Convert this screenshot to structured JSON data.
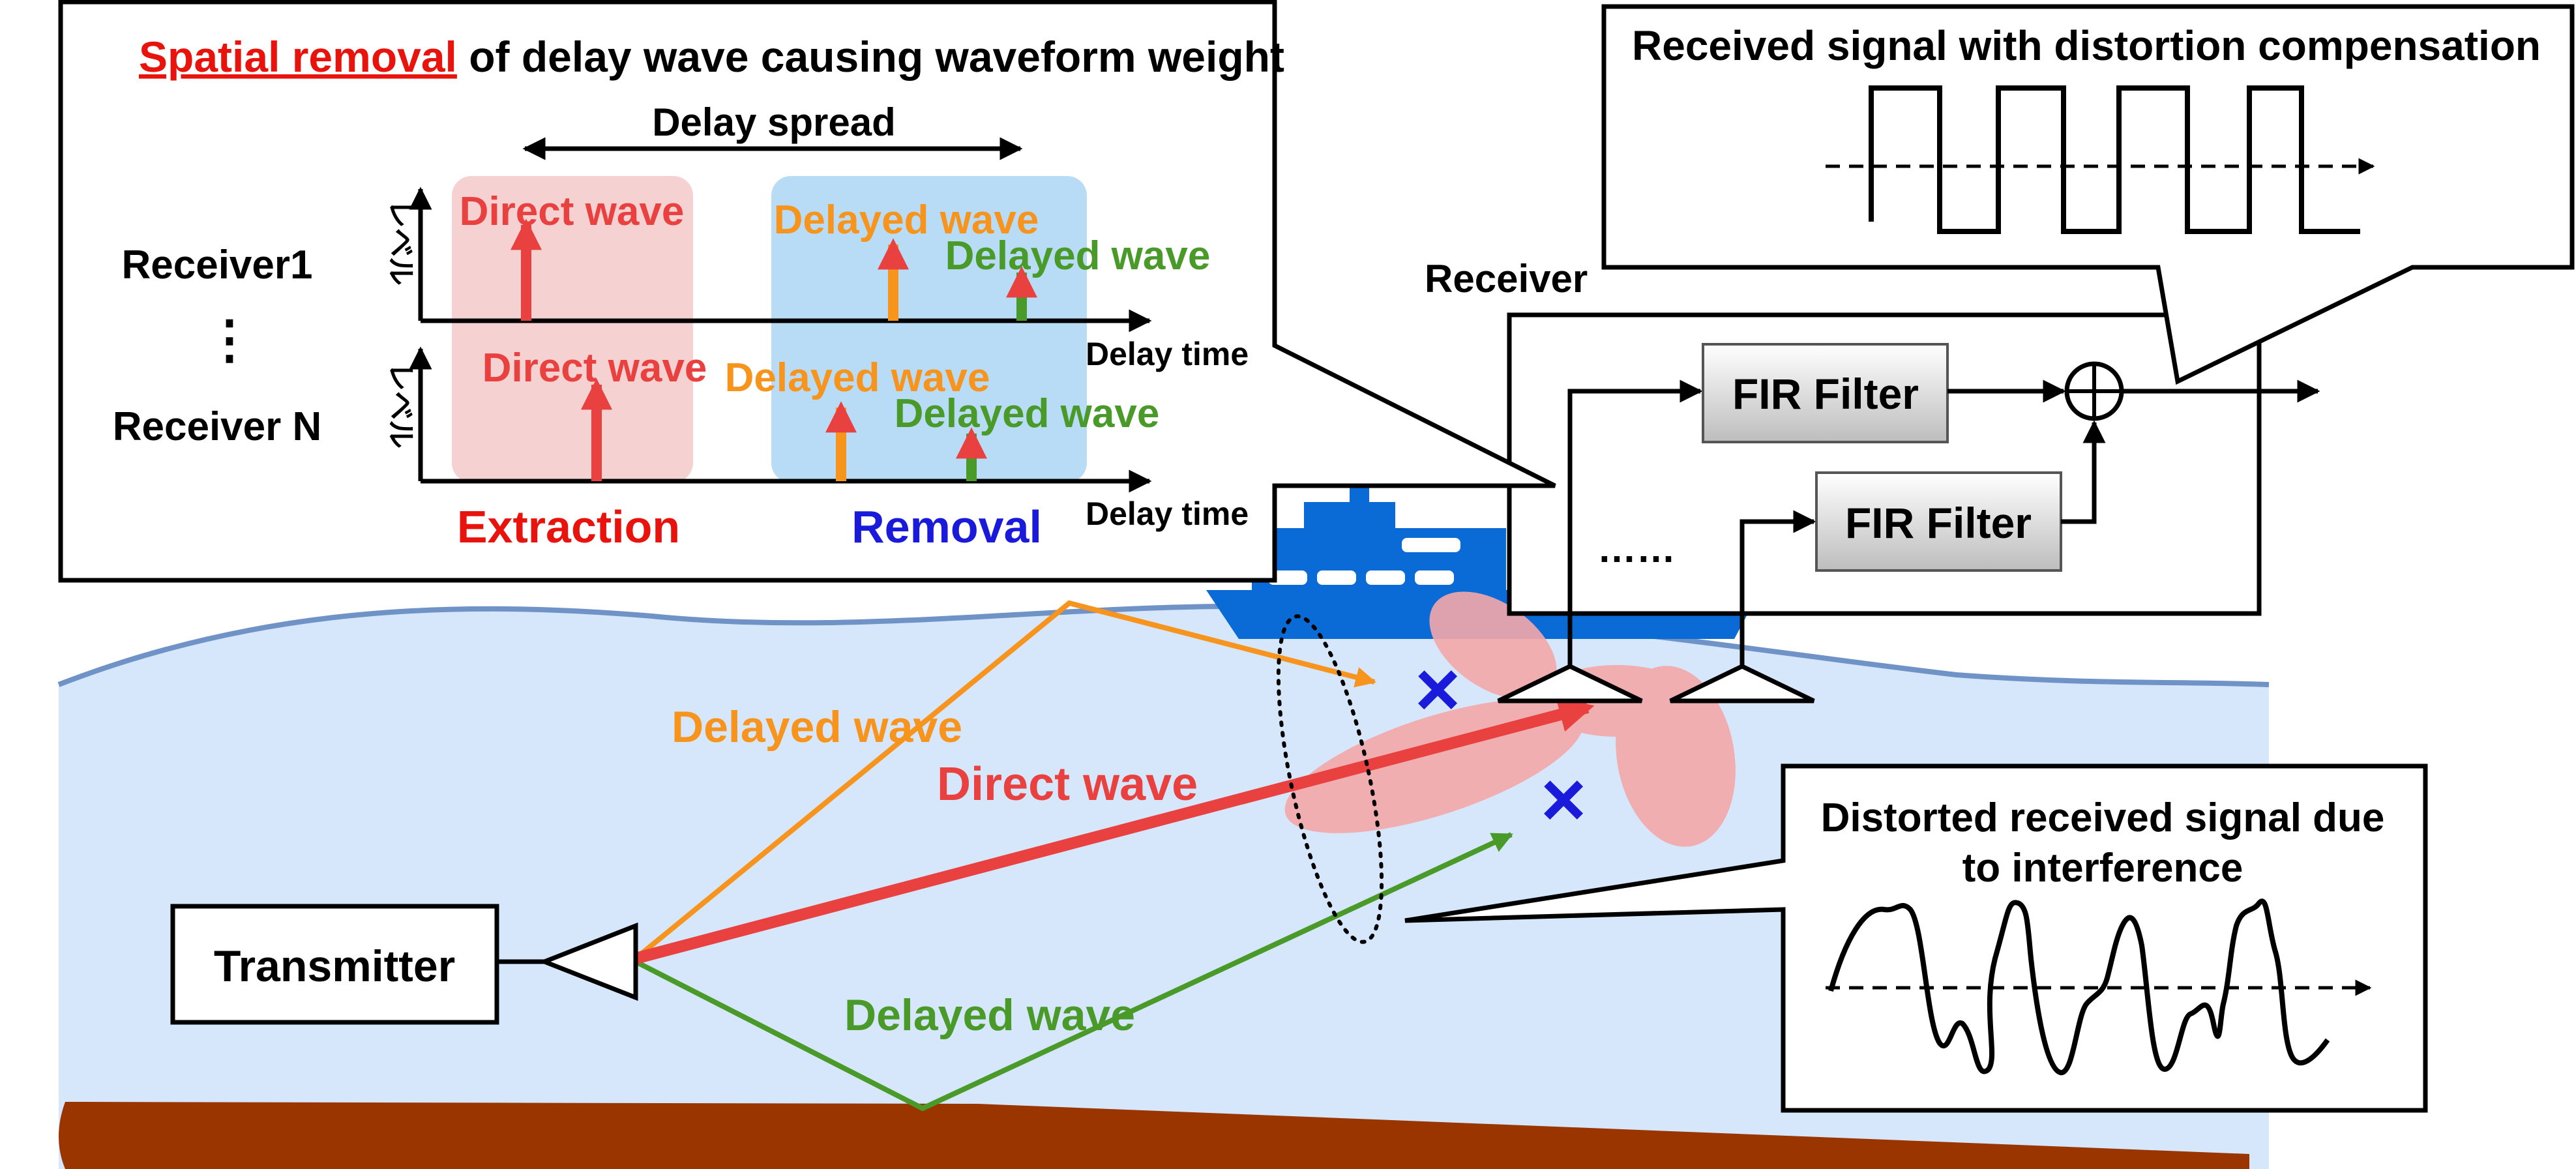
{
  "title": {
    "highlight": "Spatial removal",
    "rest": " of delay wave causing waveform weight"
  },
  "inset_delay": {
    "delay_spread": "Delay spread",
    "receiver_1": "Receiver1",
    "receiver_n": "Receiver N",
    "vertical_dots": "⋮",
    "level_label": "レベル",
    "direct_wave": "Direct wave",
    "delayed_wave": "Delayed wave",
    "delay_time": "Delay time",
    "extraction": "Extraction",
    "removal": "Removal"
  },
  "compensated_box": {
    "title": "Received signal with distortion compensation"
  },
  "receiver": {
    "label": "Receiver",
    "fir_1": "FIR Filter",
    "fir_2": "FIR Filter",
    "dots": "……"
  },
  "scene": {
    "transmitter": "Transmitter",
    "delayed_wave_upper": "Delayed wave",
    "direct_wave": "Direct wave",
    "delayed_wave_lower": "Delayed wave",
    "blocked_mark": "×"
  },
  "distorted_box": {
    "line1": "Distorted received signal due",
    "line2": "to interference"
  },
  "colors": {
    "direct": "#e8413f",
    "delayed_orange": "#f7941d",
    "delayed_green": "#4a9a2a",
    "removal_text": "#1a1adb",
    "water": "#d6e6fb",
    "seabed": "#9b3500",
    "ship": "#0a6ad6",
    "beam": "#f4a9a9",
    "extract_bg": "#f6d1d1",
    "removal_bg": "#b9dcf6"
  }
}
